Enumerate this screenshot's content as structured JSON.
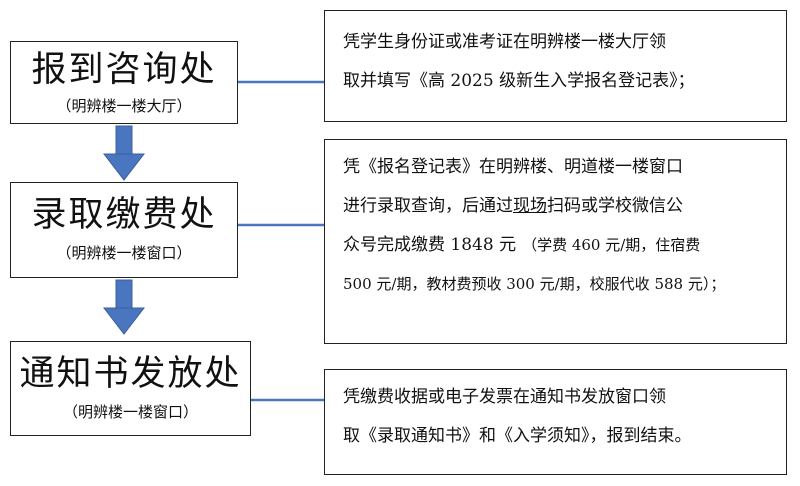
{
  "steps": [
    {
      "title": "报到咨询处",
      "location": "（明辨楼一楼大厅）",
      "description": [
        "凭学生身份证或准考证在明辨楼一楼大厅领",
        "取并填写《高 2025 级新生入学报名登记表》；"
      ]
    },
    {
      "title": "录取缴费处",
      "location": "（明辨楼一楼窗口）",
      "description_parts": {
        "line1": "凭《报名登记表》在明辨楼、明道楼一楼窗口",
        "line2_before": "进行录取查询，后通过",
        "line2_underlined": "现场",
        "line2_after": "扫码或学校微信公",
        "line3_main": "众号完成缴费 1848 元",
        "line3_note": "（学费 460 元/期，住宿费",
        "line4": "500 元/期，教材费预收 300 元/期，校服代收 588 元）；"
      }
    },
    {
      "title": "通知书发放处",
      "location": "（明辨楼一楼窗口）",
      "description": [
        "凭缴费收据或电子发票在通知书发放窗口领",
        "取《录取通知书》和《入学须知》，报到结束。"
      ]
    }
  ],
  "colors": {
    "arrow": "#4a76bf",
    "connector": "#4a76bf",
    "border": "#222222"
  }
}
